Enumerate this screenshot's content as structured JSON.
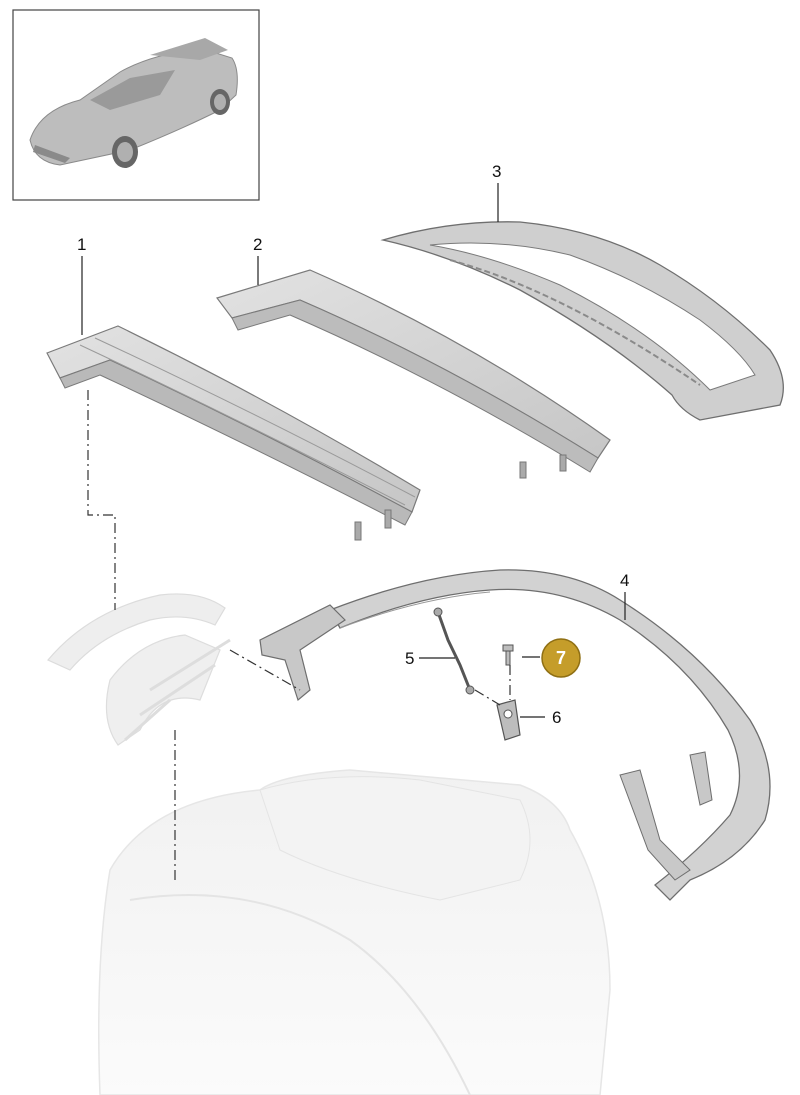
{
  "callouts": [
    {
      "id": "1",
      "label": "1"
    },
    {
      "id": "2",
      "label": "2"
    },
    {
      "id": "3",
      "label": "3"
    },
    {
      "id": "4",
      "label": "4"
    },
    {
      "id": "5",
      "label": "5"
    },
    {
      "id": "6",
      "label": "6"
    }
  ],
  "highlight": {
    "label": "7",
    "color": "#c59d2a",
    "border": "#8f6f13"
  },
  "colors": {
    "part_fill": "#d6d6d6",
    "part_stroke": "#777777",
    "ghost": "#ececec",
    "frame": "#444444"
  },
  "icons": {
    "thumbnail": "car-thumbnail-icon"
  }
}
